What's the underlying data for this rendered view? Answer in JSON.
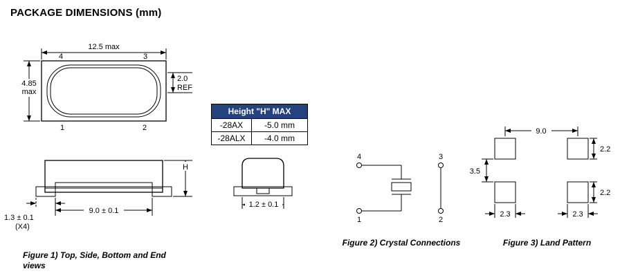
{
  "title": "PACKAGE DIMENSIONS (mm)",
  "figure1": {
    "caption_line1": "Figure 1) Top, Side, Bottom  and End",
    "caption_line2": "views",
    "top_view": {
      "width_dim": "12.5 max",
      "height_dim": "4.85",
      "height_dim_note": "max",
      "ref_dim": "2.0",
      "ref_dim_note": "REF",
      "pin_top_left": "4",
      "pin_top_right": "3",
      "pin_bottom_left": "1",
      "pin_bottom_right": "2"
    },
    "side_view": {
      "height_label": "H",
      "span_dim": "9.0 ± 0.1",
      "pad_dim": "1.3 ± 0.1",
      "pad_dim_note": "(X4)"
    },
    "end_view": {
      "width_dim": "1.2 ± 0.1"
    }
  },
  "height_table": {
    "header": "Height \"H\" MAX",
    "header_bg": "#24437E",
    "rows": [
      {
        "model": "-28AX",
        "height": "-5.0 mm"
      },
      {
        "model": "-28ALX",
        "height": "-4.0 mm"
      }
    ]
  },
  "figure2": {
    "caption": "Figure 2) Crystal Connections",
    "pin_top_left": "4",
    "pin_top_right": "3",
    "pin_bottom_left": "1",
    "pin_bottom_right": "2"
  },
  "figure3": {
    "caption": "Figure 3) Land Pattern",
    "pitch_dim": "9.0",
    "gap_dim": "3.5",
    "pad_height_dim_top": "2.2",
    "pad_height_dim_bottom": "2.2",
    "pad_width_dim_left": "2.3",
    "pad_width_dim_right": "2.3"
  }
}
